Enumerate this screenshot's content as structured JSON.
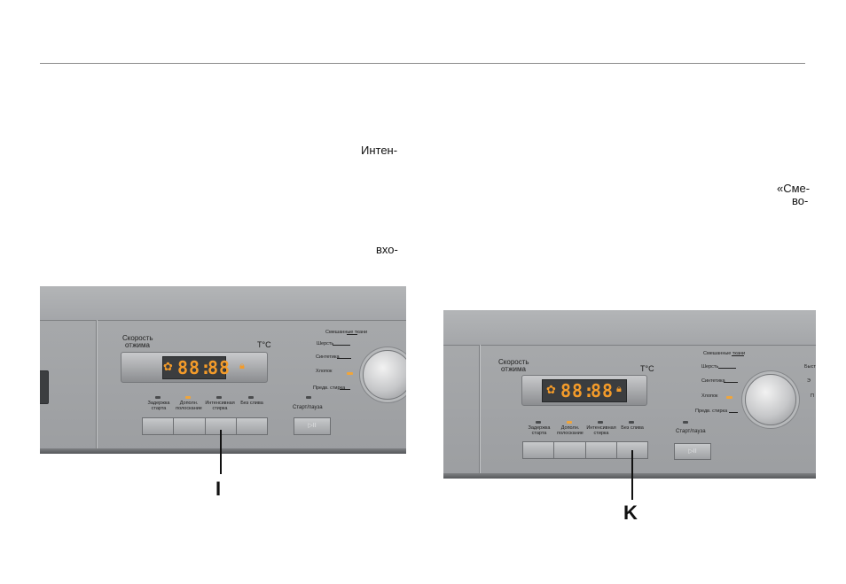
{
  "body_fragments": {
    "f1": "Интен-",
    "f2": "вхо-",
    "f3": "«Сме-",
    "f4": "во-"
  },
  "panel_left": {
    "spin_speed_label": "Скорость отжима",
    "temp_label": "T°C",
    "display_digits_a": "88",
    "display_colon": ":",
    "display_digits_b": "88",
    "programs": {
      "mixed": "Смешанные ткани",
      "wool": "Шерсть",
      "synthetics": "Синтетика",
      "cotton": "Хлопок",
      "prewash": "Предв. стирка"
    },
    "options": [
      {
        "label": "Задержка старта",
        "led_on": false
      },
      {
        "label": "Дополн. полоскание",
        "led_on": true
      },
      {
        "label": "Интенсивная стирка",
        "led_on": false
      },
      {
        "label": "Без слива",
        "led_on": false
      }
    ],
    "start_label": "Старт/пауза",
    "start_button_glyph": "▷II",
    "callout": "I"
  },
  "panel_right": {
    "spin_speed_label": "Скорость отжима",
    "temp_label": "T°C",
    "display_digits_a": "88",
    "display_colon": ":",
    "display_digits_b": "88",
    "programs": {
      "mixed": "Смешанные ткани",
      "wool": "Шерсть",
      "synthetics": "Синтетика",
      "cotton": "Хлопок",
      "prewash": "Предв. стирка",
      "express": "Быст",
      "p6": "Э",
      "p7": "П"
    },
    "options": [
      {
        "label": "Задержка старта",
        "led_on": false
      },
      {
        "label": "Дополн. полоскание",
        "led_on": true
      },
      {
        "label": "Интенсивная стирка",
        "led_on": false
      },
      {
        "label": "Без слива",
        "led_on": false
      }
    ],
    "start_label": "Старт/пауза",
    "start_button_glyph": "▷II",
    "callout": "K"
  },
  "colors": {
    "led_orange": "#f39b2a",
    "panel_gray": "#a2a4a7"
  }
}
